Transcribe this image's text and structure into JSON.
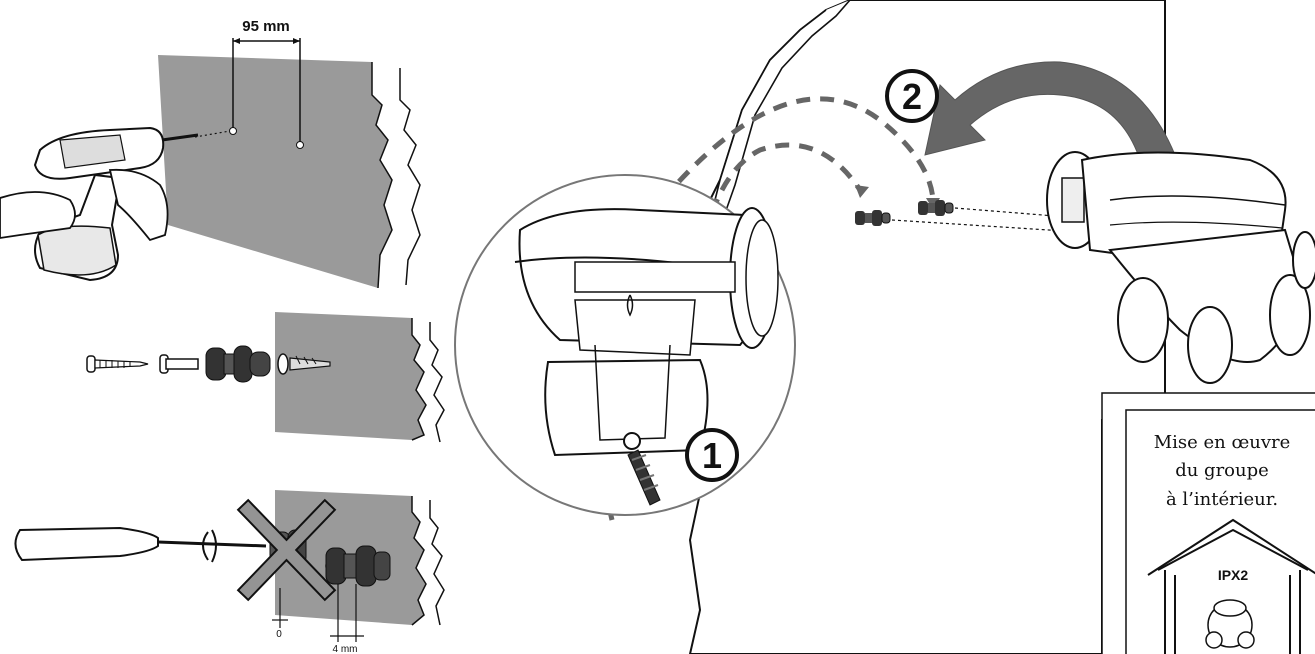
{
  "dimensions": {
    "hole_spacing": "95 mm",
    "gap_zero": "0",
    "gap_four": "4 mm"
  },
  "steps": {
    "step1": "1",
    "step2": "2"
  },
  "indoor_box": {
    "line1": "Mise en œuvre",
    "line2": "du groupe",
    "line3": "à l’intérieur.",
    "rating": "IPX2"
  },
  "colors": {
    "wall_gray": "#9a9a9a",
    "dark": "#1a1a1a",
    "arrow_gray": "#666666"
  }
}
